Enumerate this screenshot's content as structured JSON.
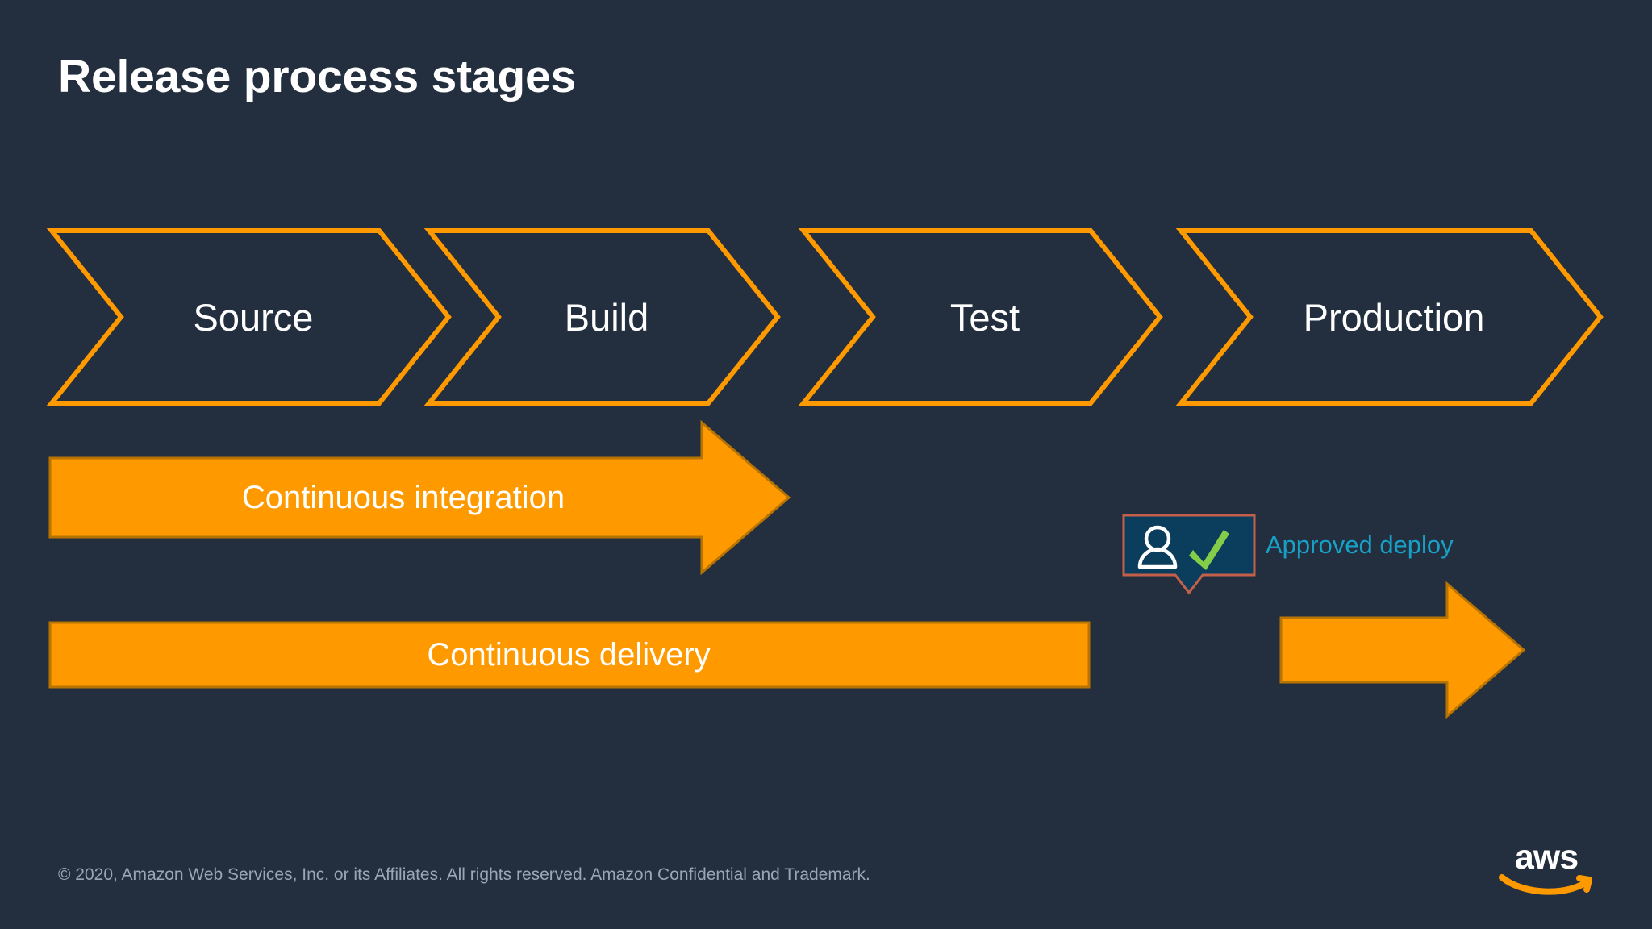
{
  "slide": {
    "title": "Release process stages",
    "background_color": "#232F3E",
    "accent_orange": "#FF9900",
    "accent_cyan": "#18A0C6",
    "text_color": "#FFFFFF"
  },
  "stages": [
    {
      "label": "Source"
    },
    {
      "label": "Build"
    },
    {
      "label": "Test"
    },
    {
      "label": "Production"
    }
  ],
  "flows": [
    {
      "label": "Continuous integration",
      "icon": "right-arrow-icon",
      "color": "#FF9900"
    },
    {
      "label": "Continuous delivery",
      "icon": "right-bar-icon",
      "color": "#FF9900"
    }
  ],
  "approval": {
    "label": "Approved deploy",
    "label_color": "#18A0C6",
    "badge": {
      "person_icon": "person-icon",
      "check_icon": "green-check-icon",
      "fill_color": "#0B3D5C",
      "border_color": "#C4604A",
      "check_color": "#7AC943"
    },
    "deploy_arrow_icon": "right-arrow-icon"
  },
  "footer": {
    "copyright": "© 2020, Amazon Web Services, Inc. or its Affiliates. All rights reserved. Amazon Confidential and Trademark.",
    "logo_text": "aws",
    "logo_color": "#FF9900"
  }
}
